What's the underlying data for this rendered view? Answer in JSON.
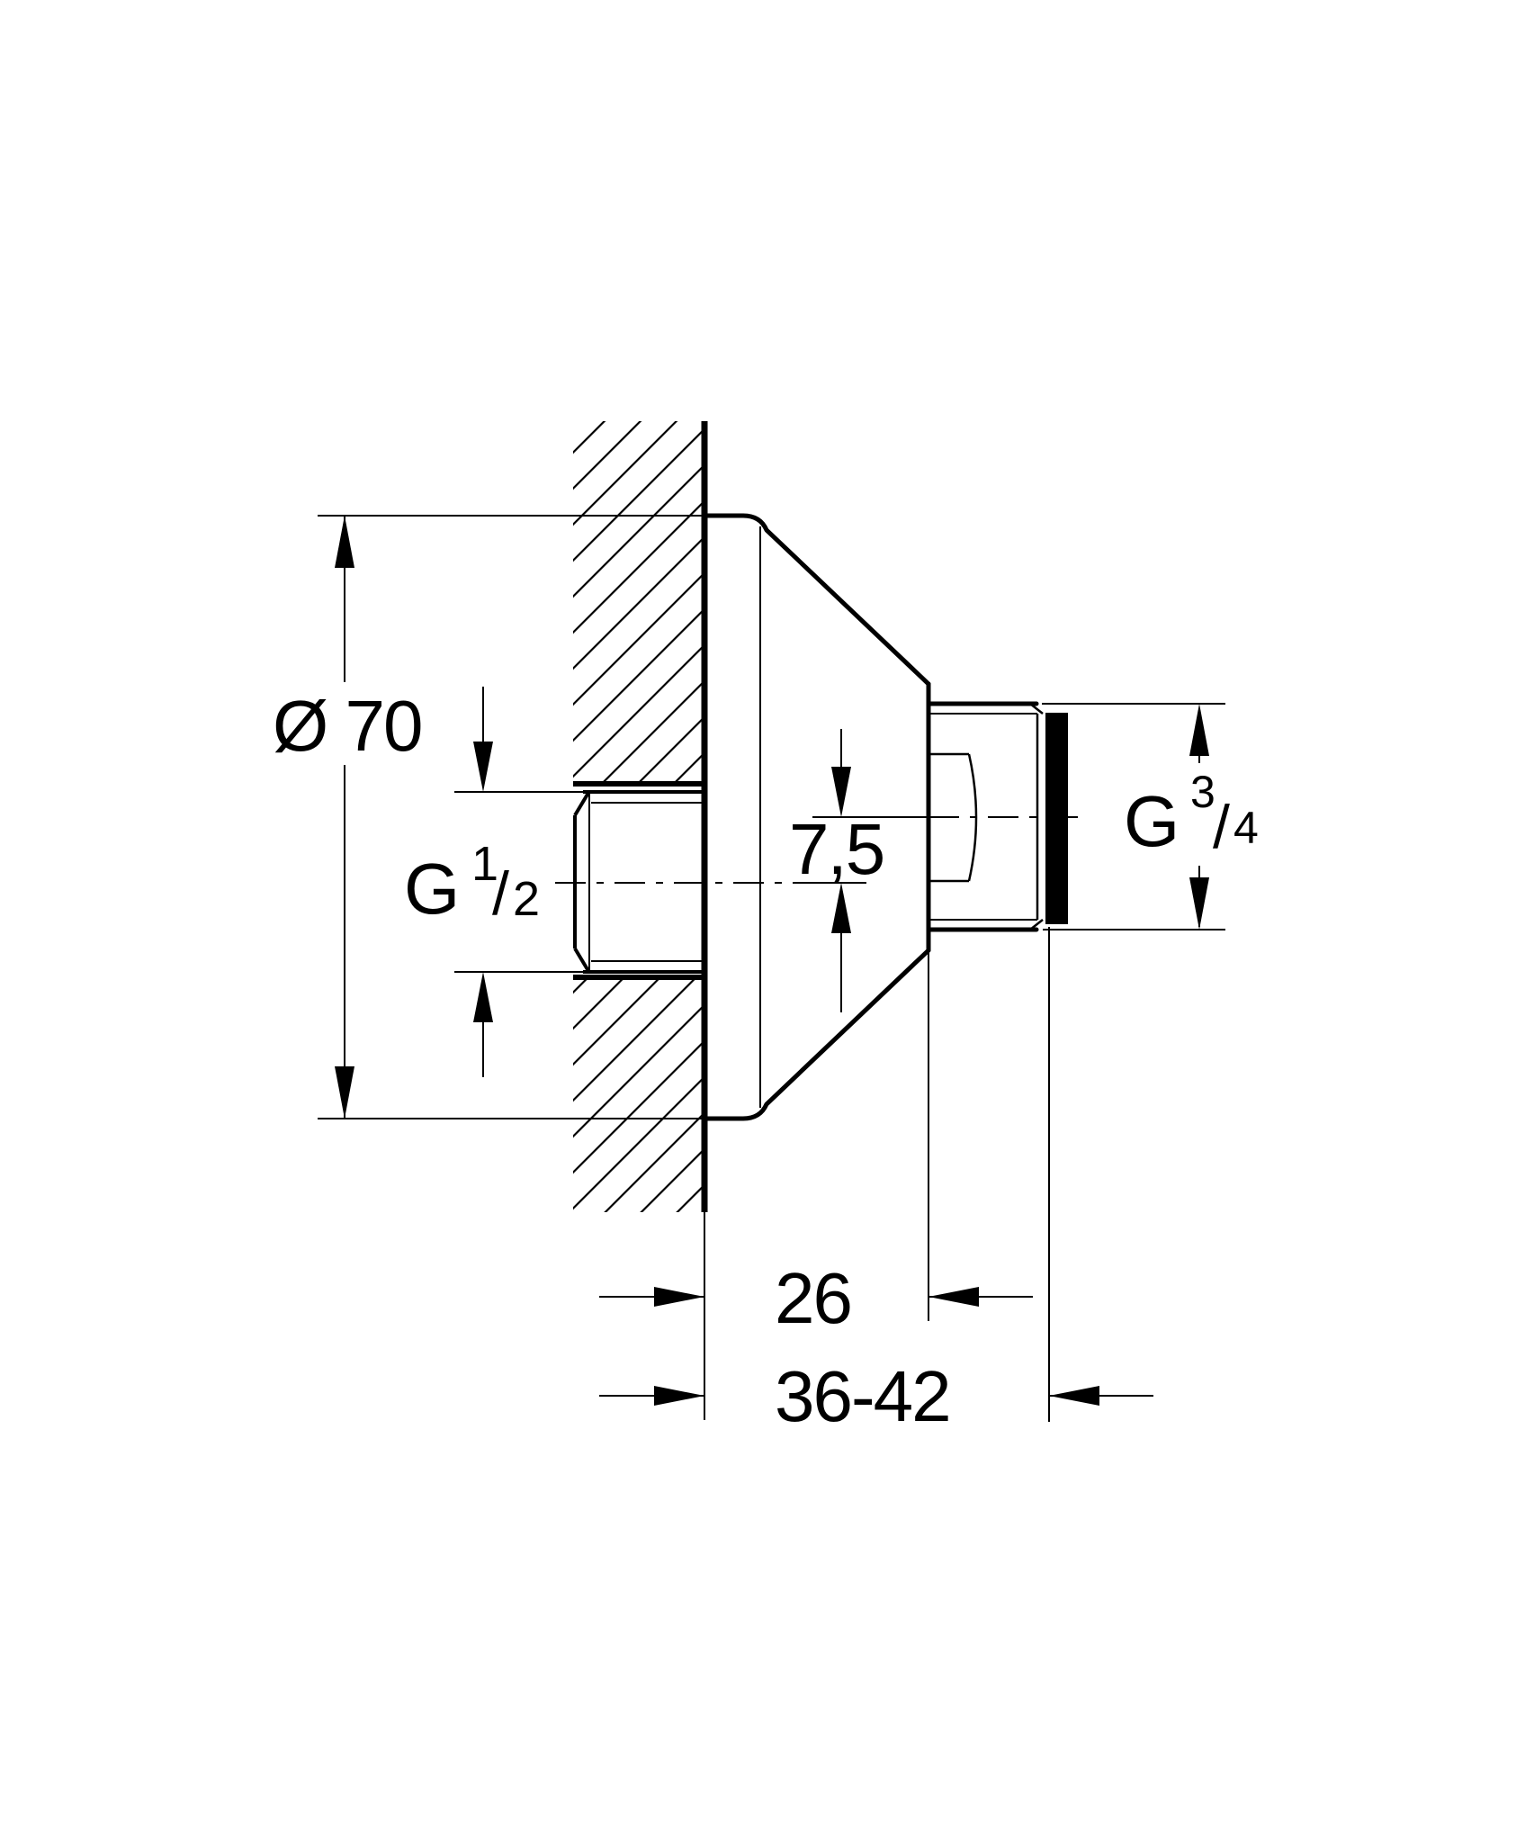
{
  "drawing": {
    "colors": {
      "background": "#ffffff",
      "line": "#000000",
      "seal_fill": "#000000"
    },
    "labels": {
      "flange_diameter": "Ø 70",
      "offset": "7,5",
      "cone_length": "26",
      "installation_depth": "36-42",
      "inlet_thread": {
        "main": "G",
        "numerator": "1",
        "slash": "/",
        "denominator": "2"
      },
      "outlet_thread": {
        "main": "G",
        "numerator": "3",
        "slash": "/",
        "denominator": "4"
      }
    }
  }
}
